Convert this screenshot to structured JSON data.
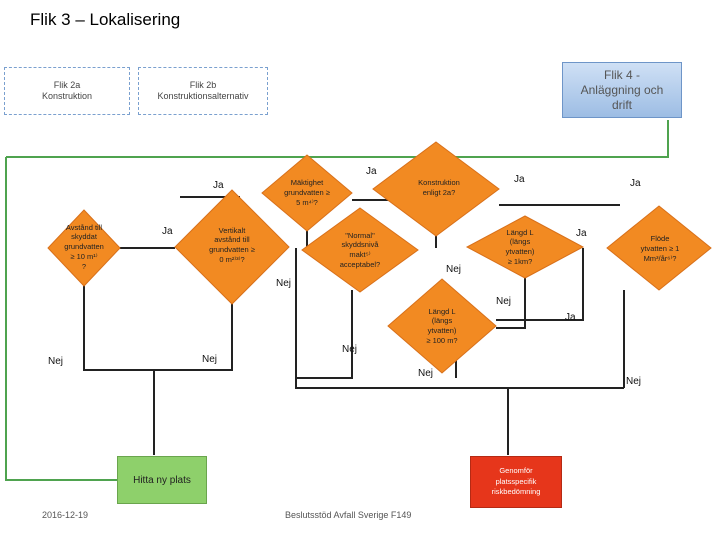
{
  "title": "Flik 3 – Lokalisering",
  "tabs": {
    "tab2a": "Flik 2a\nKonstruktion",
    "tab2b": "Flik 2b\nKonstruktionsalternativ",
    "tab4": "Flik 4 -\nAnläggning och\ndrift"
  },
  "decisions": {
    "d1": "Avstånd till\nskyddat\ngrundvatten\n≥ 10 m¹⁾\n?",
    "d2": "Vertikalt\navstånd till\ngrundvatten ≥\n0 m²⁾³⁾?",
    "d3": "Mäktighet\ngrundvatten ≥\n5 m⁴⁾?",
    "d4": "\"Normal\"\nskyddsnivå\nmakt⁵⁾\nacceptabel?",
    "d5": "Konstruktion\nenligt 2a?",
    "d6": "Längd L\n(längs\nytvatten)\n≥ 1km?",
    "d7": "Flöde\nytvatten ≥ 1\nMm³/år⁶⁾?",
    "d8": "Längd L\n(längs\nytvatten)\n≥ 100  m?"
  },
  "labels": {
    "ja1": "Ja",
    "ja2": "Ja",
    "ja3": "Ja",
    "ja4": "Ja",
    "ja5": "Ja",
    "ja6": "Ja",
    "ja7": "Ja",
    "nej1": "Nej",
    "nej2": "Nej",
    "nej3": "Nej",
    "nej4": "Nej",
    "nej5": "Nej",
    "nej6": "Nej",
    "nej7": "Nej",
    "nej8": "Nej"
  },
  "outcomes": {
    "new_site": "Hitta ny plats",
    "risk": "Genomför\nplatsspecifik\nriskbedömning"
  },
  "footer": {
    "date": "2016-12-19",
    "source": "Beslutsstöd Avfall Sverige F149"
  },
  "colors": {
    "diamond": "#f28a22",
    "diamond_border": "#d8701a",
    "green": "#8ed06b",
    "red": "#e6361b",
    "line": "#4fa34f",
    "tab4": "#9dbde4"
  }
}
